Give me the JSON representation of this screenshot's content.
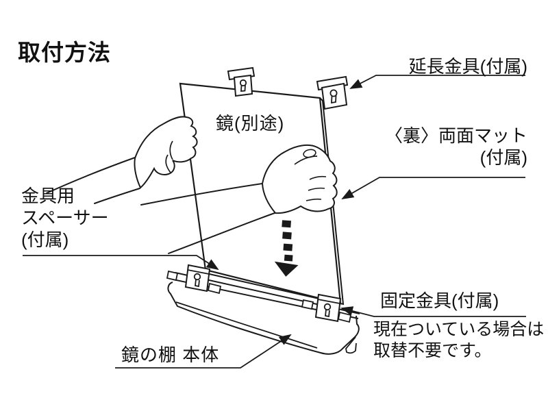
{
  "title": "取付方法",
  "mirror": {
    "label": "鏡(別途)"
  },
  "callouts": {
    "extension_bracket": {
      "text": "延長金具(付属)"
    },
    "back_mat": {
      "line1": "〈裏〉両面マット",
      "line2": "(付属)"
    },
    "spacer": {
      "line1": "金具用",
      "line2": "スペーサー",
      "line3": "(付属)"
    },
    "fixing_bracket": {
      "text": "固定金具(付属)",
      "note_line1": "現在ついている場合は",
      "note_line2": "取替不要です。"
    },
    "shelf": {
      "text": "鏡の棚 本体"
    }
  },
  "colors": {
    "ink": "#1a1a1a",
    "background": "#ffffff"
  }
}
